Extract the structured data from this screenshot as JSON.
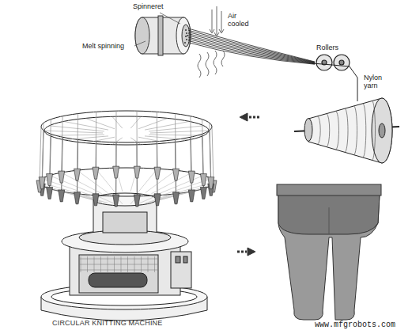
{
  "diagram": {
    "labels": [
      "Spinneret",
      "Melt spinning",
      "Air cooled",
      "Rollers",
      "Nylon yarn",
      "CIRCULAR KNITTING MACHINE",
      "www.mfgrobots.com"
    ]
  }
}
